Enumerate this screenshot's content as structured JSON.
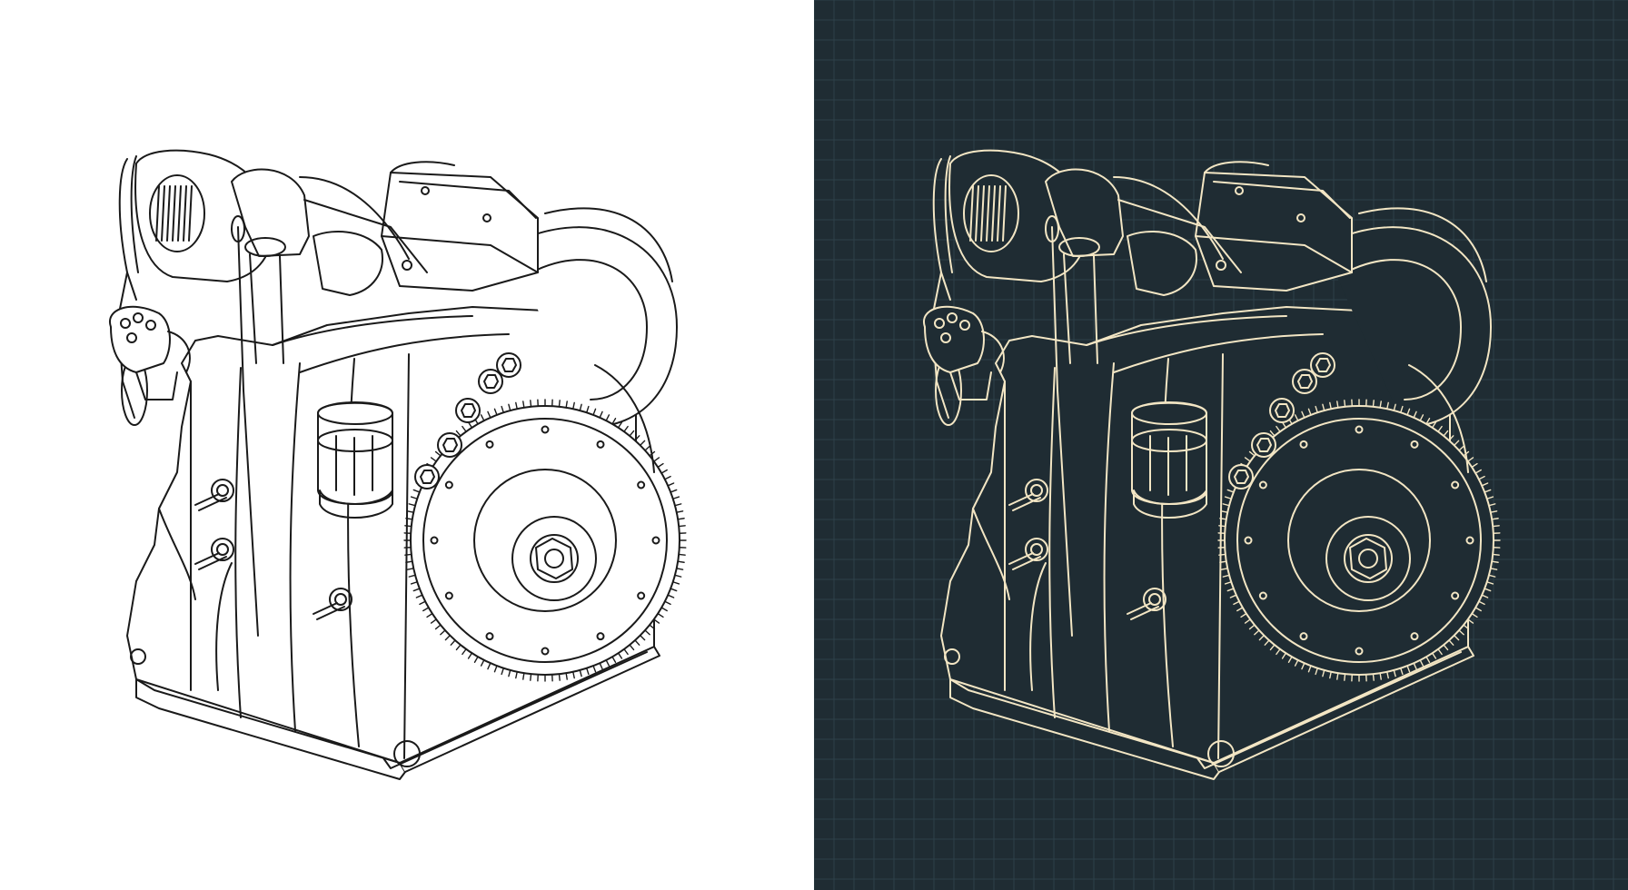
{
  "colors": {
    "white_panel_background": "#ffffff",
    "white_panel_lines": "#1a1a1a",
    "blueprint_background": "#1f2c33",
    "blueprint_grid": "#2d4048",
    "blueprint_lines": "#f3e6c4"
  },
  "panels": [
    {
      "name": "line-drawing-white",
      "style": "black outline on white"
    },
    {
      "name": "line-drawing-blueprint",
      "style": "cream outline on dark grid"
    }
  ]
}
